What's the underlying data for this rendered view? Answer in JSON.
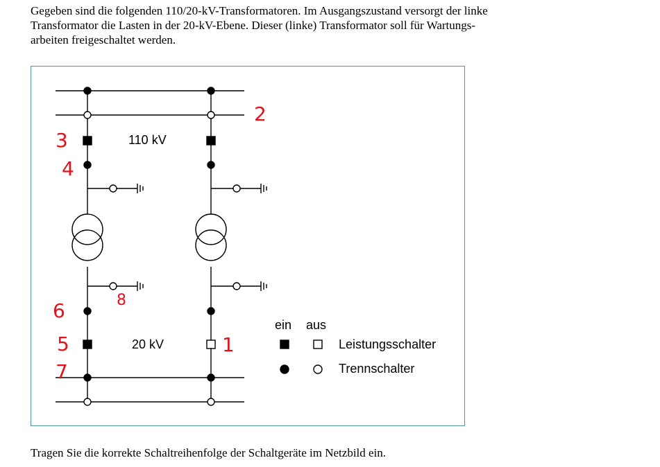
{
  "intro_lines": [
    "Gegeben sind die folgenden 110/20-kV-Transformatoren. Im Ausgangszustand versorgt der linke",
    "Transformator die Lasten in der 20-kV-Ebene. Dieser (linke) Transformator soll für Wartungs-",
    "arbeiten freigeschaltet werden."
  ],
  "footer": "Tragen Sie die korrekte Schaltreihenfolge der Schaltgeräte im Netzbild ein.",
  "diagram": {
    "hv_label": "110 kV",
    "mv_label": "20 kV",
    "legend": {
      "header_on": "ein",
      "header_off": "aus",
      "circuit_breaker": "Leistungsschalter",
      "disconnector": "Trennschalter"
    },
    "annotations": [
      "1",
      "2",
      "3",
      "4",
      "5",
      "6",
      "7",
      "8"
    ]
  }
}
